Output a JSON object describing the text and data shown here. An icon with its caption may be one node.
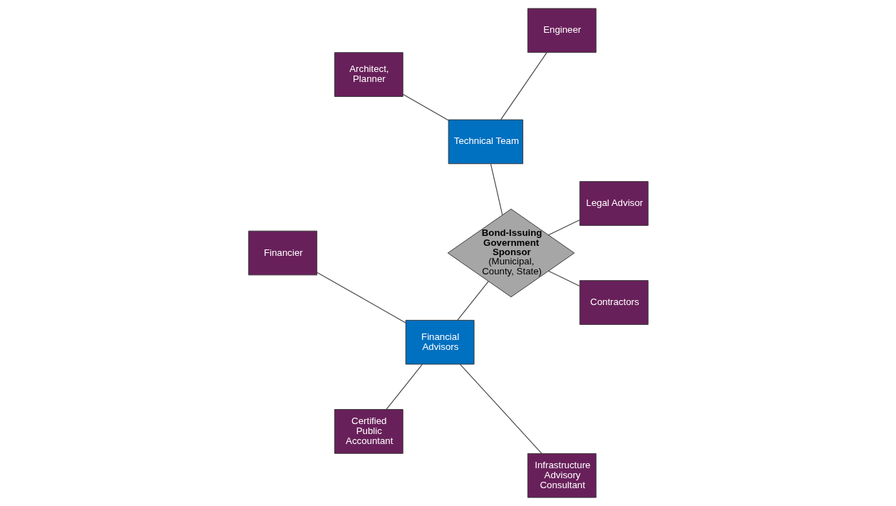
{
  "diagram": {
    "nodes": [
      {
        "text": [
          "Bond-Issuing Government Sponsor",
          "(Municipal, County, State)"
        ]
      },
      {
        "text": [
          "Legal Advisor"
        ]
      },
      {
        "text": [
          "Technical Team"
        ]
      },
      {
        "text": [
          "Engineer"
        ]
      },
      {
        "text": [
          "Architect, Planner"
        ]
      },
      {
        "text": [
          "Financial Advisors"
        ]
      },
      {
        "text": [
          "Contractors"
        ]
      },
      {
        "text": [
          "Financier"
        ]
      },
      {
        "text": [
          "Certified Public Accountant"
        ]
      },
      {
        "text": [
          "Infrastructure Advisory Consultant"
        ]
      }
    ],
    "edges": [
      {
        "from": 0,
        "to": 1,
        "arrow": "none"
      },
      {
        "from": 0,
        "to": 2,
        "arrow": "none"
      },
      {
        "from": 2,
        "to": 3,
        "arrow": "none"
      },
      {
        "from": 2,
        "to": 4,
        "arrow": "none"
      },
      {
        "from": 0,
        "to": 5,
        "arrow": "none"
      },
      {
        "from": 0,
        "to": 6,
        "arrow": "none"
      },
      {
        "from": 5,
        "to": 7,
        "arrow": "none"
      },
      {
        "from": 5,
        "to": 8,
        "arrow": "none"
      },
      {
        "from": 5,
        "to": 9,
        "arrow": "none"
      }
    ]
  }
}
